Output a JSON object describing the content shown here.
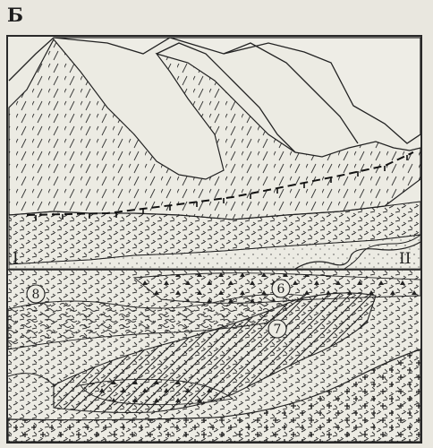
{
  "figure": {
    "panel_letter": "Б",
    "section_labels": {
      "left": "I",
      "right": "II"
    },
    "unit_labels": [
      "6",
      "7",
      "8"
    ]
  },
  "colors": {
    "paper": "#e9e7df",
    "ink": "#1c1c1c",
    "frame": "#2a2a2a"
  },
  "legend_symbols": [
    "cross-pattern",
    "triangle-pattern",
    "dash-pattern",
    "wavy-pattern",
    "diagonal-hatch",
    "fault-tick-line"
  ]
}
